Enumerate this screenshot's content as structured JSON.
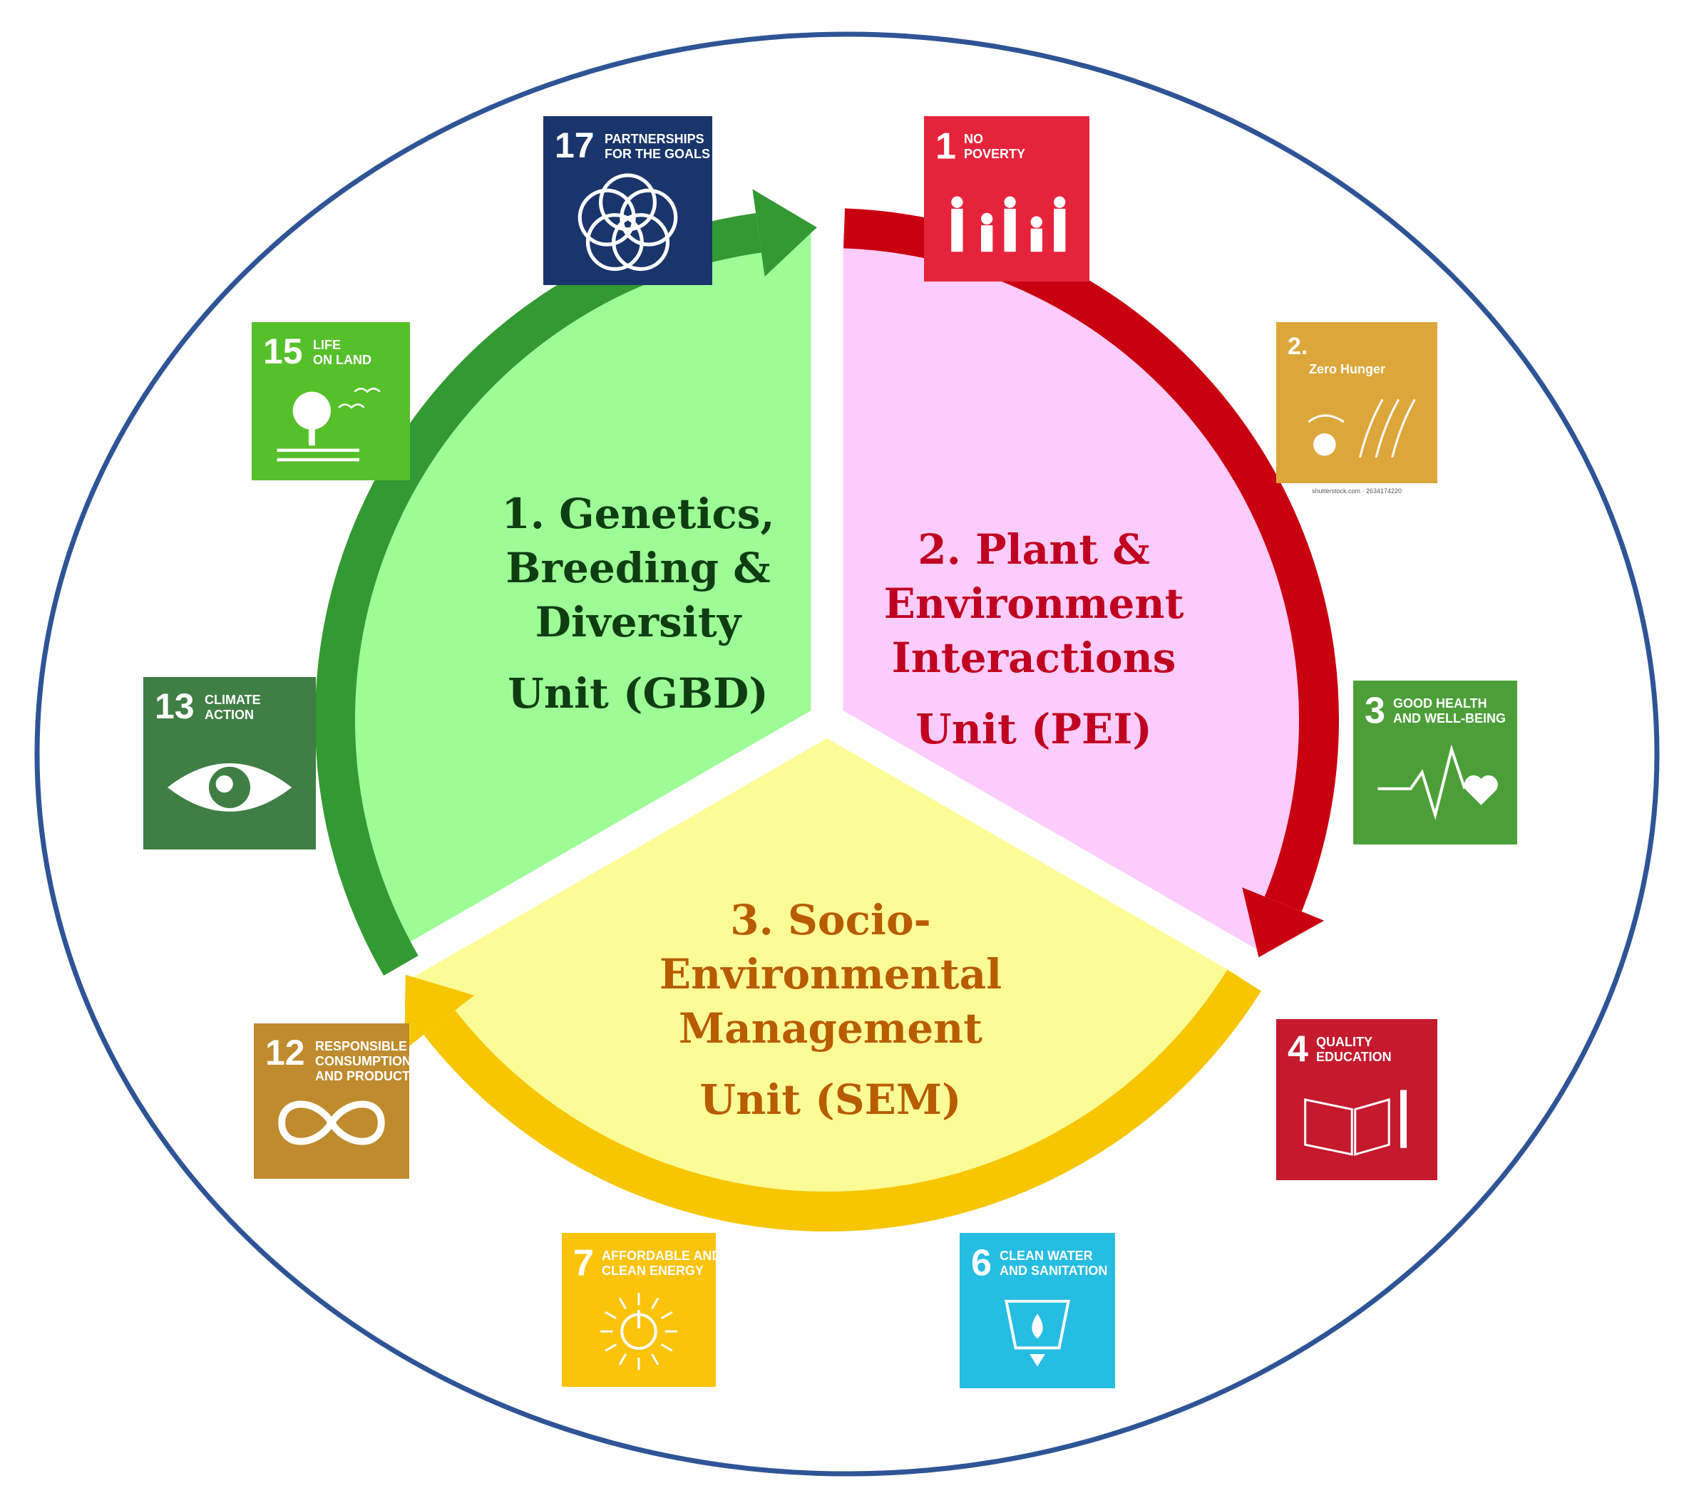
{
  "units": [
    {
      "id": "gbd",
      "lines": [
        "1. Genetics,",
        "Breeding &",
        "Diversity",
        "Unit (GBD)"
      ],
      "text_color": "#0f3d12",
      "fill": "#9dfc96",
      "arrow_color": "#339933"
    },
    {
      "id": "pei",
      "lines": [
        "2. Plant &",
        "Environment",
        "Interactions",
        "Unit (PEI)"
      ],
      "text_color": "#c00020",
      "fill": "#fcccfc",
      "arrow_color": "#c90010"
    },
    {
      "id": "sem",
      "lines": [
        "3. Socio-",
        "Environmental",
        "Management",
        "Unit (SEM)"
      ],
      "text_color": "#b85c00",
      "fill": "#fcfc96",
      "arrow_color": "#f7c600"
    }
  ],
  "sdgs": [
    {
      "id": "sdg17",
      "number": "17",
      "label": [
        "PARTNERSHIPS",
        "FOR THE GOALS"
      ],
      "color": "#19356b",
      "icon": "flower-rings-icon"
    },
    {
      "id": "sdg1",
      "number": "1",
      "label": [
        "NO",
        "POVERTY"
      ],
      "color": "#e5243b",
      "icon": "family-icon"
    },
    {
      "id": "sdg2",
      "number": "2.",
      "label": [
        "Zero Hunger"
      ],
      "color": "#dda63a",
      "icon": "wheat-bowl-icon",
      "credit": "shutterstock.com · 2634174220"
    },
    {
      "id": "sdg3",
      "number": "3",
      "label": [
        "GOOD HEALTH",
        "AND WELL-BEING"
      ],
      "color": "#4c9f38",
      "icon": "heartbeat-icon"
    },
    {
      "id": "sdg4",
      "number": "4",
      "label": [
        "QUALITY",
        "EDUCATION"
      ],
      "color": "#c5192d",
      "icon": "book-pencil-icon"
    },
    {
      "id": "sdg6",
      "number": "6",
      "label": [
        "CLEAN WATER",
        "AND SANITATION"
      ],
      "color": "#26bde2",
      "icon": "water-drop-icon"
    },
    {
      "id": "sdg7",
      "number": "7",
      "label": [
        "AFFORDABLE AND",
        "CLEAN ENERGY"
      ],
      "color": "#fcc30b",
      "icon": "sun-power-icon"
    },
    {
      "id": "sdg12",
      "number": "12",
      "label": [
        "RESPONSIBLE",
        "CONSUMPTION",
        "AND PRODUCTION"
      ],
      "color": "#bf8b2e",
      "icon": "infinity-loop-icon"
    },
    {
      "id": "sdg13",
      "number": "13",
      "label": [
        "CLIMATE",
        "ACTION"
      ],
      "color": "#3f7e44",
      "icon": "earth-eye-icon"
    },
    {
      "id": "sdg15",
      "number": "15",
      "label": [
        "LIFE",
        "ON LAND"
      ],
      "color": "#56c02b",
      "icon": "tree-birds-icon"
    }
  ],
  "outer_ring_color": "#2f5496"
}
